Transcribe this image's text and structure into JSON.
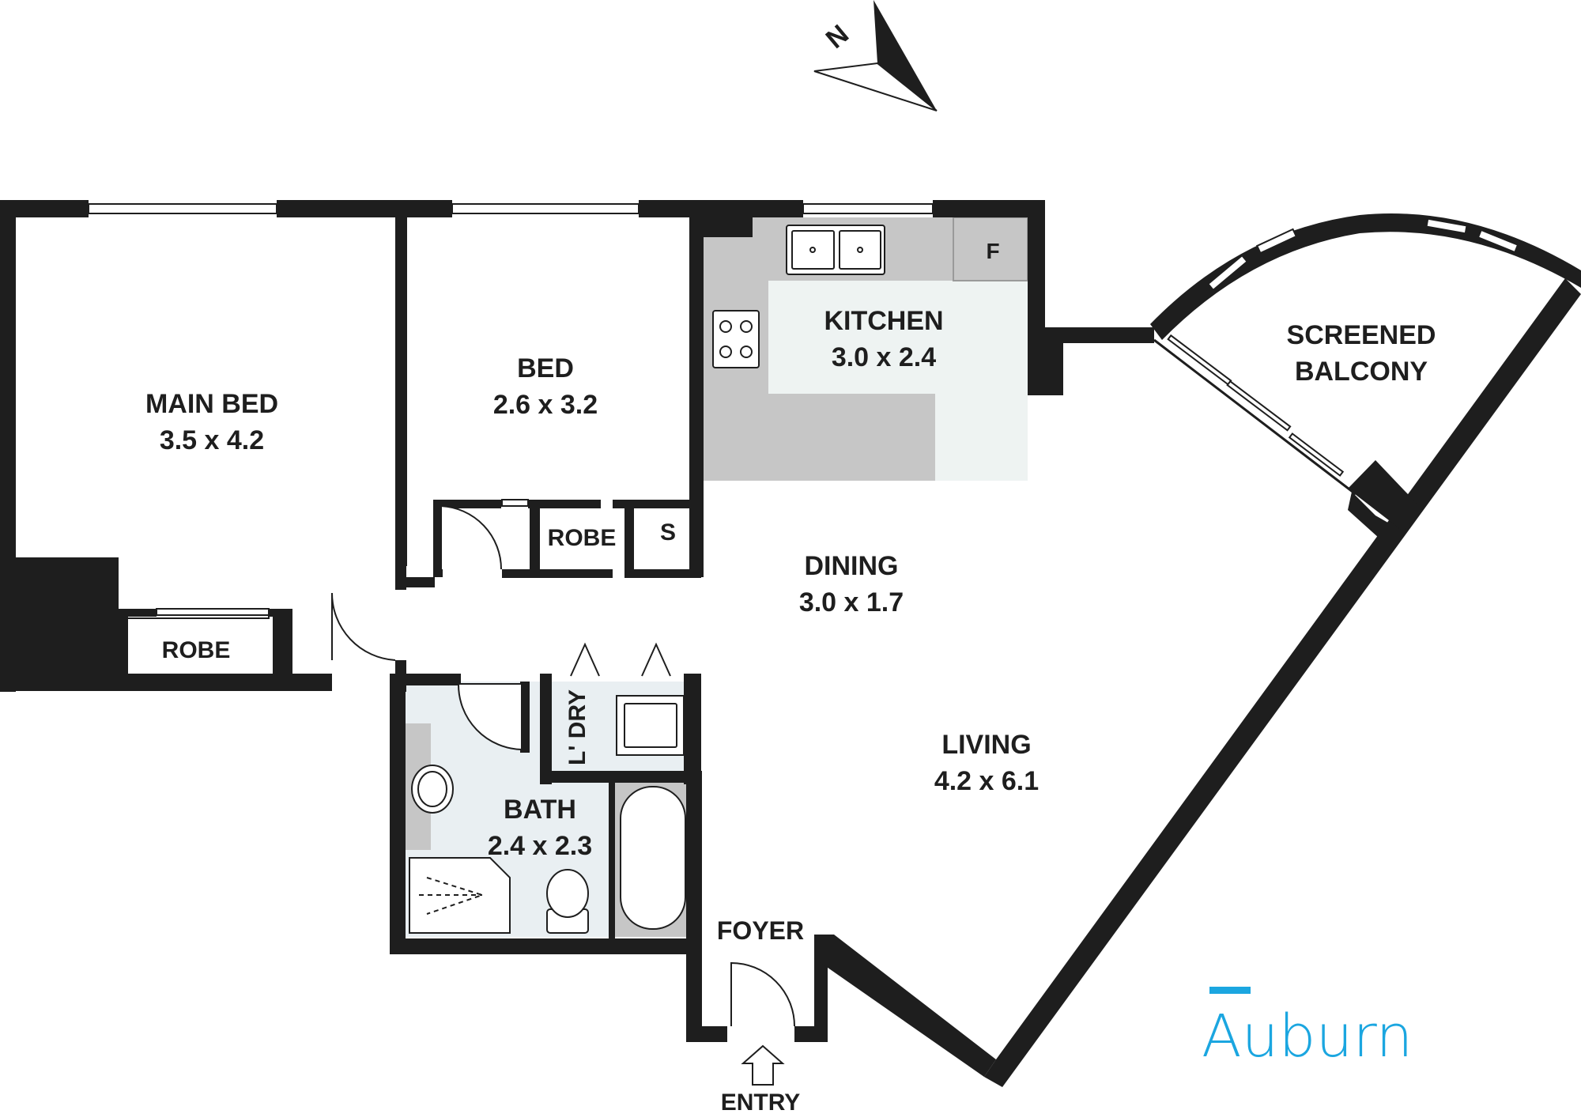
{
  "colors": {
    "wall": "#1e1e1e",
    "kitchen_bench": "#c6c6c6",
    "kitchen_floor": "#eef3f2",
    "wet_area": "#e9eff2",
    "fixture": "#ffffff",
    "brand": "#1ba6e0"
  },
  "compass": {
    "label": "N",
    "icon": "north-arrow-icon"
  },
  "rooms": {
    "main_bed": {
      "name": "MAIN BED",
      "dims": "3.5 x 4.2"
    },
    "bed": {
      "name": "BED",
      "dims": "2.6 x 3.2"
    },
    "kitchen": {
      "name": "KITCHEN",
      "dims": "3.0 x 2.4"
    },
    "balcony": {
      "name_line1": "SCREENED",
      "name_line2": "BALCONY"
    },
    "dining": {
      "name": "DINING",
      "dims": "3.0 x 1.7"
    },
    "living": {
      "name": "LIVING",
      "dims": "4.2 x 6.1"
    },
    "bath": {
      "name": "BATH",
      "dims": "2.4 x 2.3"
    },
    "laundry": {
      "name": "L' DRY"
    },
    "foyer": {
      "name": "FOYER"
    },
    "robe_main": {
      "name": "ROBE"
    },
    "robe_bed": {
      "name": "ROBE"
    },
    "storage": {
      "name": "S"
    },
    "fridge": {
      "name": "F"
    }
  },
  "entry": {
    "label": "ENTRY",
    "icon": "entry-arrow-icon"
  },
  "brand": {
    "text": "Auburn"
  }
}
